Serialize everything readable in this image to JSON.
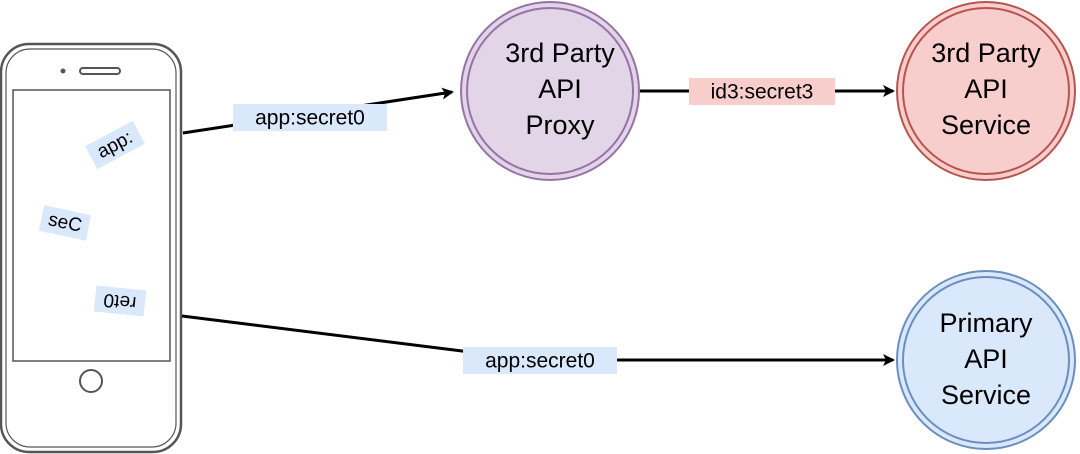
{
  "colors": {
    "edge": "#000000",
    "phone_stroke": "#555555",
    "label_bg_blue": "#dae8fc",
    "label_bg_red": "#f8cecc",
    "proxy_fill": "#e1d5e7",
    "proxy_stroke": "#9673a6",
    "third_party_fill": "#f8cecc",
    "third_party_stroke": "#b85450",
    "primary_fill": "#dae8fc",
    "primary_stroke": "#6c8ebf"
  },
  "nodes": {
    "proxy": {
      "lines": [
        "3rd Party",
        "API",
        "Proxy"
      ],
      "icon": "circle-node"
    },
    "third_party_service": {
      "lines": [
        "3rd Party",
        "API",
        "Service"
      ],
      "icon": "circle-node"
    },
    "primary_service": {
      "lines": [
        "Primary",
        "API",
        "Service"
      ],
      "icon": "circle-node"
    }
  },
  "phone": {
    "icon": "smartphone-icon",
    "fragments": [
      "app:",
      "seC",
      "ret0"
    ]
  },
  "edges": {
    "phone_to_proxy": "app:secret0",
    "proxy_to_service": "id3:secret3",
    "phone_to_primary": "app:secret0"
  }
}
